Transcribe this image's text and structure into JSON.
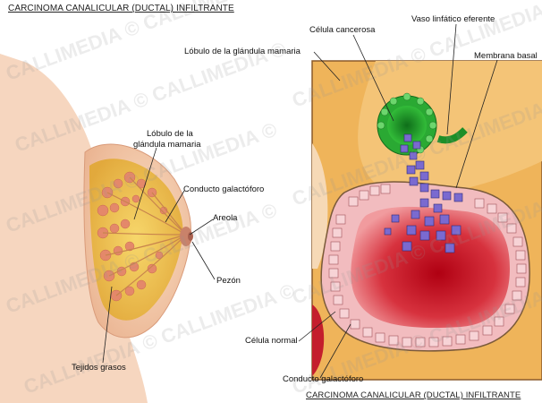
{
  "titles": {
    "top": "CARCINOMA CANALICULAR (DUCTAL) INFILTRANTE",
    "bottom": "CARCINOMA CANALICULAR (DUCTAL) INFILTRANTE"
  },
  "labels": {
    "celula_cancerosa": "Célula cancerosa",
    "vaso_linfatico": "Vaso linfático eferente",
    "lobulo_top": "Lóbulo de la glándula mamaria",
    "membrana_basal": "Membrana basal",
    "lobulo_left_1": "Lóbulo de la",
    "lobulo_left_2": "glándula mamaria",
    "conducto_left": "Conducto galactóforo",
    "areola": "Areola",
    "pezon": "Pezón",
    "tejidos_grasos": "Tejidos grasos",
    "celula_normal": "Célula normal",
    "conducto_bottom": "Conducto galactóforo"
  },
  "watermark": "CALLIMEDIA © CALLIMEDIA ©",
  "colors": {
    "skin": "#f4c9a8",
    "fat": "#f1c75a",
    "gland": "#e8956a",
    "duct_lumen": "#c2121f",
    "tissue_bg": "#efb45a",
    "lymph_green": "#1fa32c",
    "cancer_cell": "#7a6ad0"
  }
}
